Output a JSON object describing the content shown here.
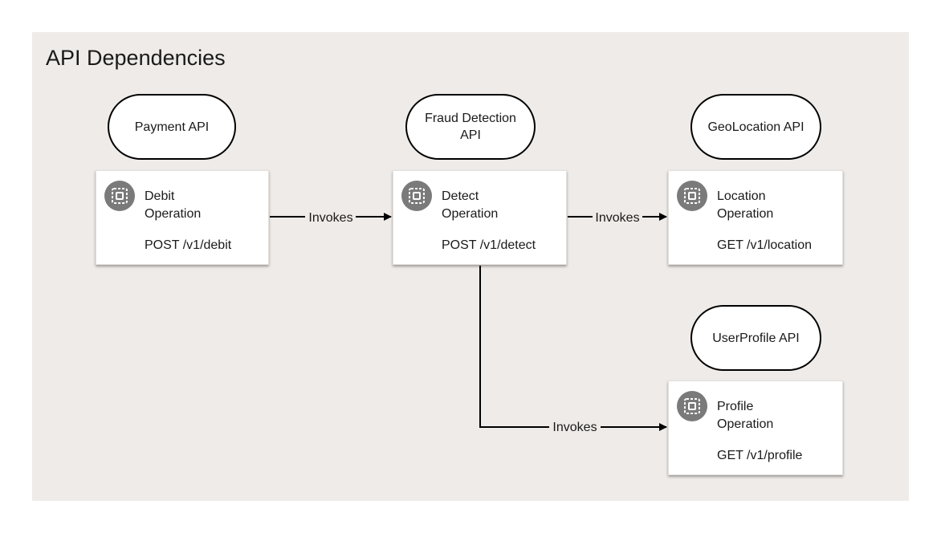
{
  "title": "API Dependencies",
  "apis": {
    "payment": "Payment API",
    "fraud": "Fraud Detection\nAPI",
    "geo": "GeoLocation API",
    "user": "UserProfile API"
  },
  "operations": {
    "debit": {
      "name_line1": "Debit",
      "name_line2": "Operation",
      "endpoint": "POST /v1/debit",
      "icon": "operation-icon"
    },
    "detect": {
      "name_line1": "Detect",
      "name_line2": "Operation",
      "endpoint": "POST /v1/detect",
      "icon": "operation-icon"
    },
    "location": {
      "name_line1": "Location",
      "name_line2": "Operation",
      "endpoint": "GET /v1/location",
      "icon": "operation-icon"
    },
    "profile": {
      "name_line1": "Profile",
      "name_line2": "Operation",
      "endpoint": "GET /v1/profile",
      "icon": "operation-icon"
    }
  },
  "edges": [
    {
      "from": "Debit Operation",
      "to": "Detect Operation",
      "label": "Invokes"
    },
    {
      "from": "Detect Operation",
      "to": "Location Operation",
      "label": "Invokes"
    },
    {
      "from": "Detect Operation",
      "to": "Profile Operation",
      "label": "Invokes"
    }
  ],
  "colors": {
    "canvas": "#efebe8",
    "icon": "#7a7a7a",
    "stroke": "#000000"
  }
}
